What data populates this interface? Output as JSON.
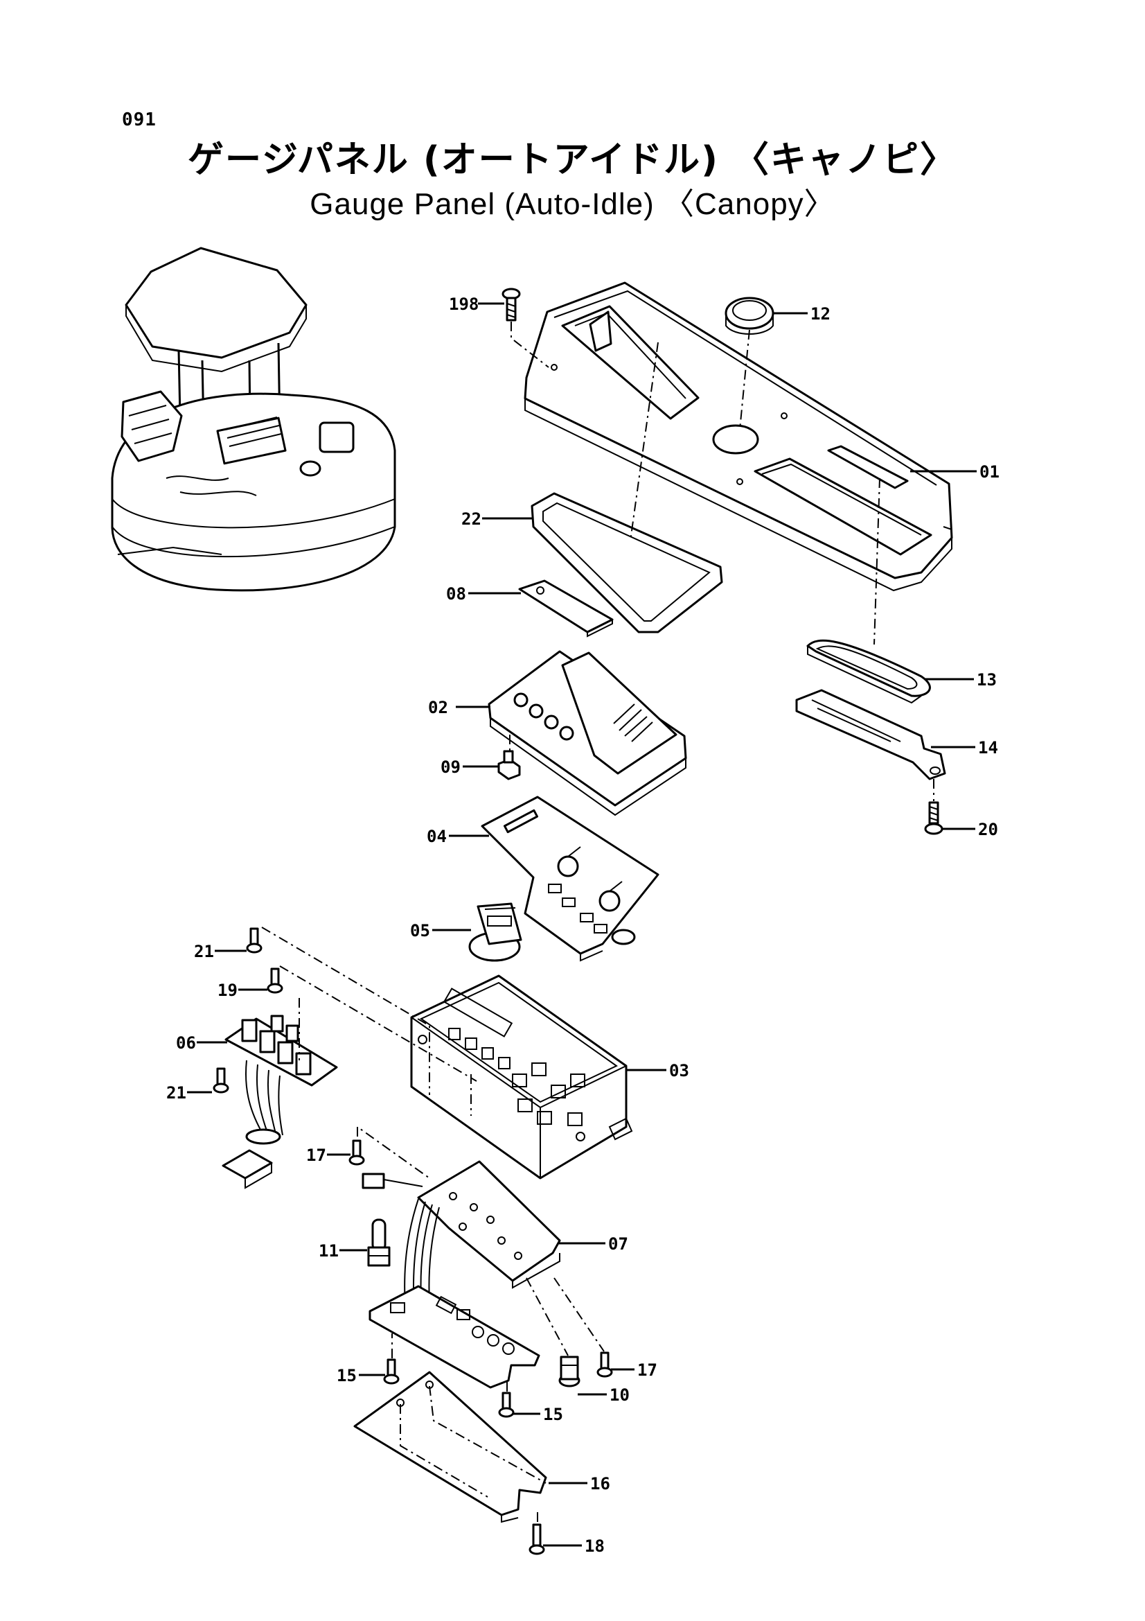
{
  "page_number": "091",
  "title_jp": "ゲージパネル (オートアイドル) 〈キャノピ〉",
  "title_en": "Gauge Panel (Auto-Idle) 〈Canopy〉",
  "callouts": {
    "p198": "198",
    "p12": "12",
    "p01": "01",
    "p22": "22",
    "p08": "08",
    "p13": "13",
    "p02": "02",
    "p14": "14",
    "p09": "09",
    "p20": "20",
    "p04": "04",
    "p05": "05",
    "p21a": "21",
    "p19": "19",
    "p06": "06",
    "p03": "03",
    "p21b": "21",
    "p17a": "17",
    "p07": "07",
    "p11": "11",
    "p17b": "17",
    "p15a": "15",
    "p10": "10",
    "p15b": "15",
    "p16": "16",
    "p18": "18"
  }
}
